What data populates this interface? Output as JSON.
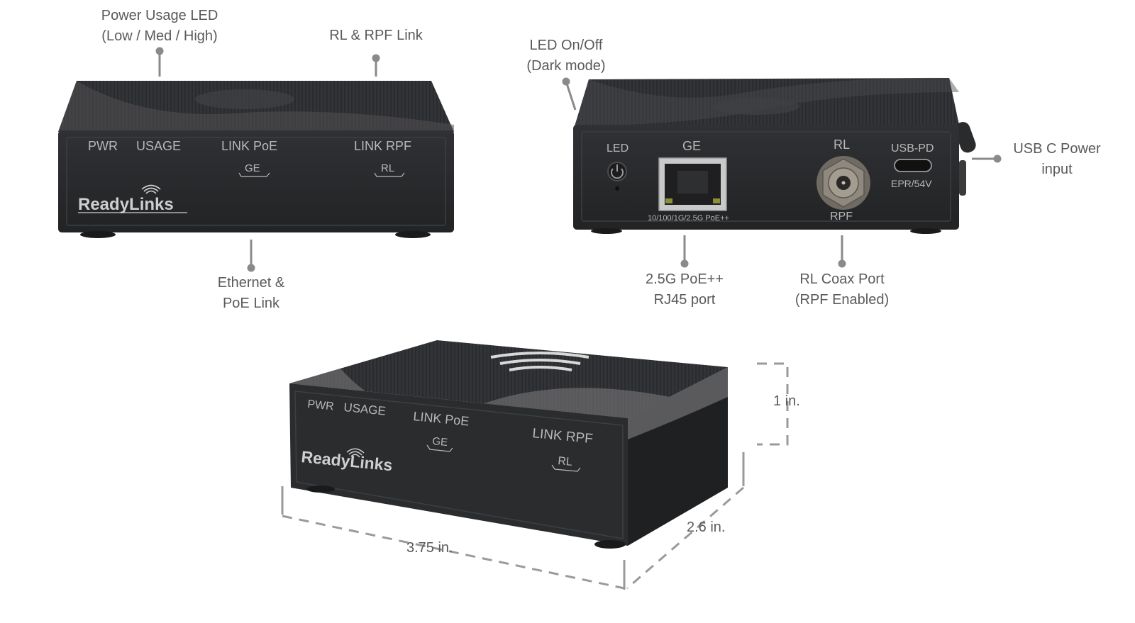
{
  "callouts": {
    "power_usage_led": [
      "Power Usage LED",
      "(Low / Med / High)"
    ],
    "rl_rpf_link": [
      "RL & RPF Link"
    ],
    "ethernet_poe_link": [
      "Ethernet &",
      "PoE Link"
    ],
    "led_on_off": [
      "LED On/Off",
      "(Dark mode)"
    ],
    "usb_c_power": [
      "USB C Power",
      "input"
    ],
    "rj45_port": [
      "2.5G PoE++",
      "RJ45 port"
    ],
    "rl_coax_port": [
      "RL Coax Port",
      "(RPF Enabled)"
    ]
  },
  "front_panel": {
    "pwr": "PWR",
    "usage": "USAGE",
    "link_poe": "LINK PoE",
    "ge": "GE",
    "link_rpf": "LINK  RPF",
    "rl": "RL",
    "brand": "ReadyLinks"
  },
  "back_panel": {
    "led": "LED",
    "ge": "GE",
    "rl": "RL",
    "usb_pd": "USB-PD",
    "epr": "EPR/54V",
    "port_speeds": "10/100/1G/2.5G PoE++",
    "rpf": "RPF"
  },
  "dimensions": {
    "height": "1 in.",
    "depth": "2.6 in.",
    "width": "3.75 in."
  },
  "colors": {
    "device_body": "#2a2b2d",
    "device_top": "#3b3c3e",
    "device_accent": "#6a6b6d",
    "label_text": "#5a5a5a",
    "leader_line": "#8a8a8a"
  }
}
